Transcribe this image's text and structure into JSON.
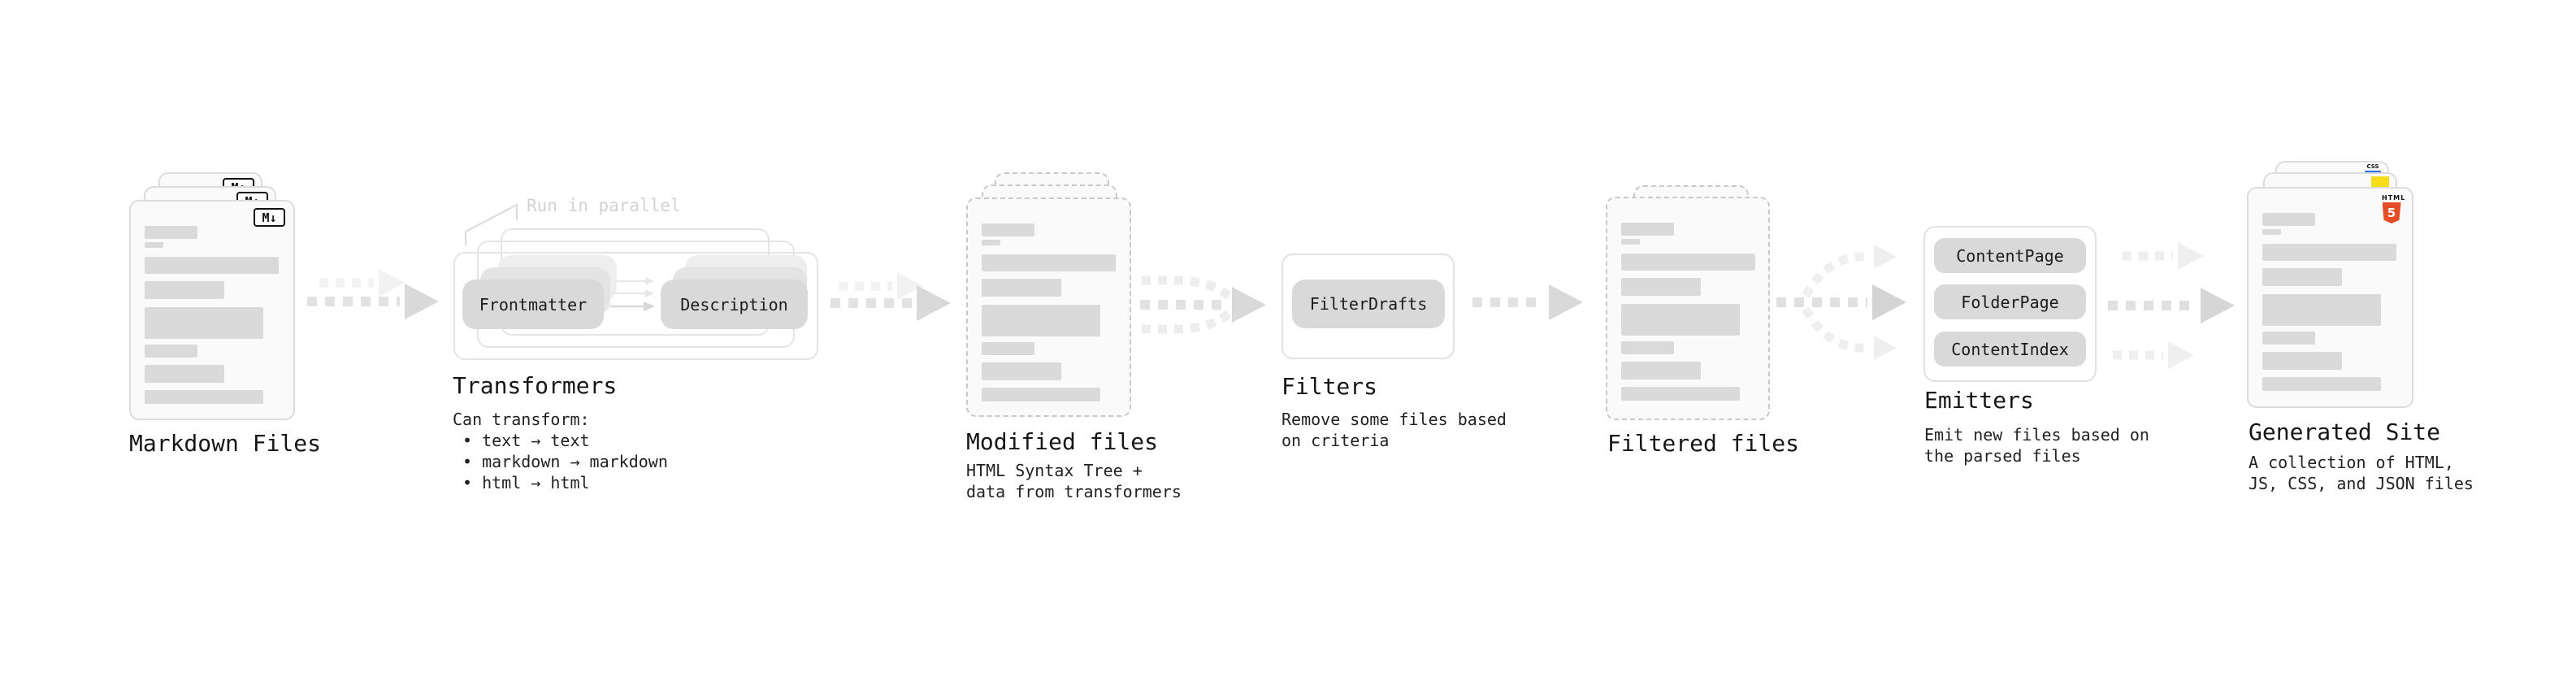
{
  "colors": {
    "background": "#ffffff",
    "card_bg": "#fafafa",
    "card_border": "#dcdcdc",
    "dashed_border": "#c9c9c9",
    "placeholder_bar": "#dadada",
    "pill_bg": "#d9d9d9",
    "arrow_dark": "#e0e0e0",
    "arrow_light": "#efefef",
    "text": "#1a1a1a",
    "note_text": "#d2d2d2",
    "html5_orange": "#e44d26",
    "js_yellow": "#f5de19",
    "css_blue": "#2f6be4"
  },
  "placeholder_bars": [
    {
      "w": 65,
      "h": 16,
      "mt": 0
    },
    {
      "w": 23,
      "h": 7,
      "mt": 4
    },
    {
      "w": 165,
      "h": 21,
      "mt": 11
    },
    {
      "w": 98,
      "h": 22,
      "mt": 9
    },
    {
      "w": 146,
      "h": 39,
      "mt": 10
    },
    {
      "w": 65,
      "h": 16,
      "mt": 7
    },
    {
      "w": 98,
      "h": 22,
      "mt": 9
    },
    {
      "w": 146,
      "h": 17,
      "mt": 9
    }
  ],
  "markdown": {
    "label": "Markdown Files",
    "badge": "M↓"
  },
  "transformers": {
    "note": "Run in parallel",
    "pills": [
      "Frontmatter",
      "Description"
    ],
    "label": "Transformers",
    "desc": [
      "Can transform:",
      "• text → text",
      "• markdown → markdown",
      "• html → html"
    ]
  },
  "modified": {
    "label": "Modified files",
    "desc": [
      "HTML Syntax Tree +",
      "data from transformers"
    ]
  },
  "filters": {
    "pill": "FilterDrafts",
    "label": "Filters",
    "desc": [
      "Remove some files based",
      "on criteria"
    ]
  },
  "filtered": {
    "label": "Filtered files"
  },
  "emitters": {
    "pills": [
      "ContentPage",
      "FolderPage",
      "ContentIndex"
    ],
    "label": "Emitters",
    "desc": [
      "Emit new files based on",
      "the parsed files"
    ]
  },
  "generated": {
    "label": "Generated Site",
    "badge_html_word": "HTML",
    "badge_html_num": "5",
    "badge_css": "CSS",
    "desc": [
      "A collection of HTML,",
      "JS, CSS, and JSON files"
    ]
  }
}
